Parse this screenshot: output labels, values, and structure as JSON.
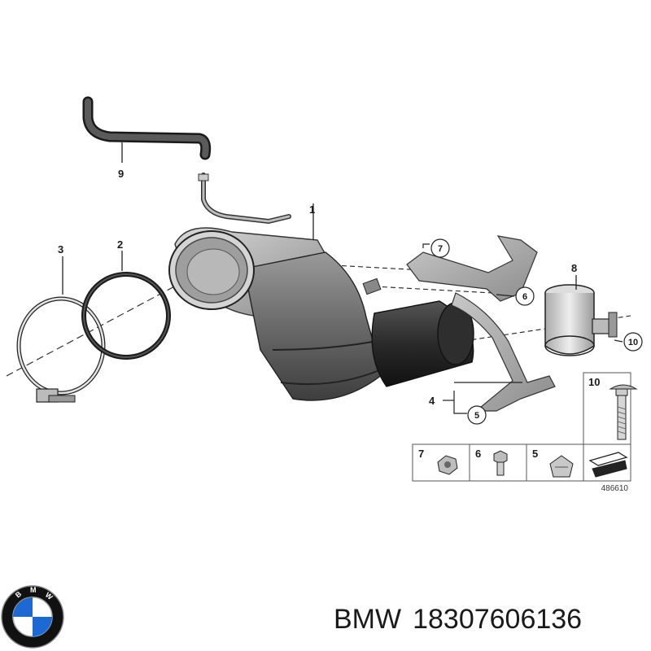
{
  "parts": {
    "p1": "1",
    "p2": "2",
    "p3": "3",
    "p4": "4",
    "p5": "5",
    "p6": "6",
    "p7": "7",
    "p8": "8",
    "p9": "9",
    "p10": "10"
  },
  "legend": {
    "item7": "7",
    "item6": "6",
    "item5": "5",
    "item10": "10"
  },
  "diagram_ref": "486610",
  "logo": {
    "text": "BMW",
    "colors": {
      "blue": "#1c69d4",
      "black": "#111111",
      "white": "#ffffff"
    }
  },
  "caption": {
    "brand": "BMW",
    "part_number": "18307606136"
  }
}
